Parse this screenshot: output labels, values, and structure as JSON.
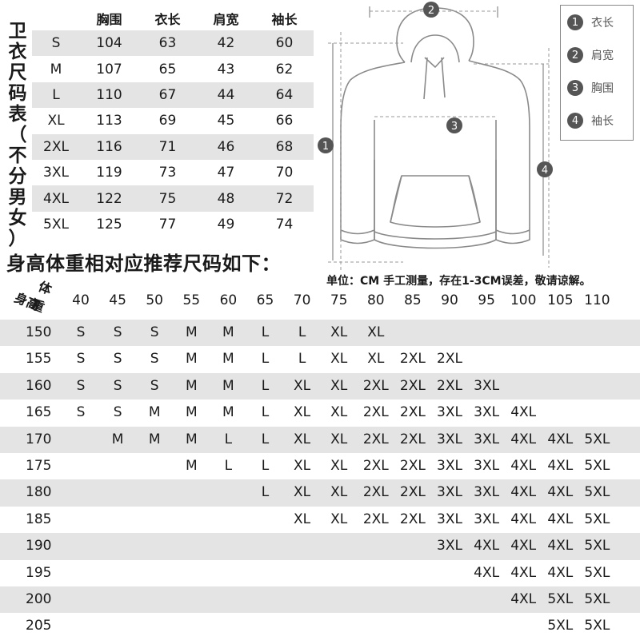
{
  "vertical_title": [
    "卫",
    "衣",
    "尺",
    "码",
    "表",
    "（",
    "不",
    "分",
    "男",
    "女",
    "）"
  ],
  "size_table": {
    "headers": [
      "胸围",
      "衣长",
      "肩宽",
      "袖长"
    ],
    "rows": [
      {
        "size": "S",
        "values": [
          "104",
          "63",
          "42",
          "60"
        ]
      },
      {
        "size": "M",
        "values": [
          "107",
          "65",
          "43",
          "62"
        ]
      },
      {
        "size": "L",
        "values": [
          "110",
          "67",
          "44",
          "64"
        ]
      },
      {
        "size": "XL",
        "values": [
          "113",
          "69",
          "45",
          "66"
        ]
      },
      {
        "size": "2XL",
        "values": [
          "116",
          "71",
          "46",
          "68"
        ]
      },
      {
        "size": "3XL",
        "values": [
          "119",
          "73",
          "47",
          "70"
        ]
      },
      {
        "size": "4XL",
        "values": [
          "122",
          "75",
          "48",
          "72"
        ]
      },
      {
        "size": "5XL",
        "values": [
          "125",
          "77",
          "49",
          "74"
        ]
      }
    ]
  },
  "diagram": {
    "markers": [
      "1",
      "2",
      "3",
      "4"
    ]
  },
  "legend": [
    {
      "num": "1",
      "label": "衣长"
    },
    {
      "num": "2",
      "label": "肩宽"
    },
    {
      "num": "3",
      "label": "胸围"
    },
    {
      "num": "4",
      "label": "袖长"
    }
  ],
  "recommend_title": "身高体重相对应推荐尺码如下：",
  "unit_note": "单位：CM 手工测量，存在1-3CM误差，敬请谅解。",
  "corner": {
    "weight": "体重",
    "height": "身高"
  },
  "weights": [
    "40",
    "45",
    "50",
    "55",
    "60",
    "65",
    "70",
    "75",
    "80",
    "85",
    "90",
    "95",
    "100",
    "105",
    "110"
  ],
  "recommend_rows": [
    {
      "height": "150",
      "cells": [
        "S",
        "S",
        "S",
        "M",
        "M",
        "L",
        "L",
        "XL",
        "XL",
        "",
        "",
        "",
        "",
        "",
        ""
      ]
    },
    {
      "height": "155",
      "cells": [
        "S",
        "S",
        "S",
        "M",
        "M",
        "L",
        "L",
        "XL",
        "XL",
        "2XL",
        "2XL",
        "",
        "",
        "",
        ""
      ]
    },
    {
      "height": "160",
      "cells": [
        "S",
        "S",
        "S",
        "M",
        "M",
        "L",
        "XL",
        "XL",
        "2XL",
        "2XL",
        "2XL",
        "3XL",
        "",
        "",
        ""
      ]
    },
    {
      "height": "165",
      "cells": [
        "S",
        "S",
        "M",
        "M",
        "M",
        "L",
        "XL",
        "XL",
        "2XL",
        "2XL",
        "3XL",
        "3XL",
        "4XL",
        "",
        ""
      ]
    },
    {
      "height": "170",
      "cells": [
        "",
        "M",
        "M",
        "M",
        "L",
        "L",
        "XL",
        "XL",
        "2XL",
        "2XL",
        "3XL",
        "3XL",
        "4XL",
        "4XL",
        "5XL"
      ]
    },
    {
      "height": "175",
      "cells": [
        "",
        "",
        "",
        "M",
        "L",
        "L",
        "XL",
        "XL",
        "2XL",
        "2XL",
        "3XL",
        "3XL",
        "4XL",
        "4XL",
        "5XL"
      ]
    },
    {
      "height": "180",
      "cells": [
        "",
        "",
        "",
        "",
        "",
        "L",
        "XL",
        "XL",
        "2XL",
        "2XL",
        "3XL",
        "3XL",
        "4XL",
        "4XL",
        "5XL"
      ]
    },
    {
      "height": "185",
      "cells": [
        "",
        "",
        "",
        "",
        "",
        "",
        "XL",
        "XL",
        "2XL",
        "2XL",
        "3XL",
        "3XL",
        "4XL",
        "4XL",
        "5XL"
      ]
    },
    {
      "height": "190",
      "cells": [
        "",
        "",
        "",
        "",
        "",
        "",
        "",
        "",
        "",
        "",
        "3XL",
        "4XL",
        "4XL",
        "4XL",
        "5XL"
      ]
    },
    {
      "height": "195",
      "cells": [
        "",
        "",
        "",
        "",
        "",
        "",
        "",
        "",
        "",
        "",
        "",
        "4XL",
        "4XL",
        "4XL",
        "5XL"
      ]
    },
    {
      "height": "200",
      "cells": [
        "",
        "",
        "",
        "",
        "",
        "",
        "",
        "",
        "",
        "",
        "",
        "",
        "4XL",
        "5XL",
        "5XL"
      ]
    },
    {
      "height": "205",
      "cells": [
        "",
        "",
        "",
        "",
        "",
        "",
        "",
        "",
        "",
        "",
        "",
        "",
        "",
        "5XL",
        "5XL"
      ]
    }
  ]
}
